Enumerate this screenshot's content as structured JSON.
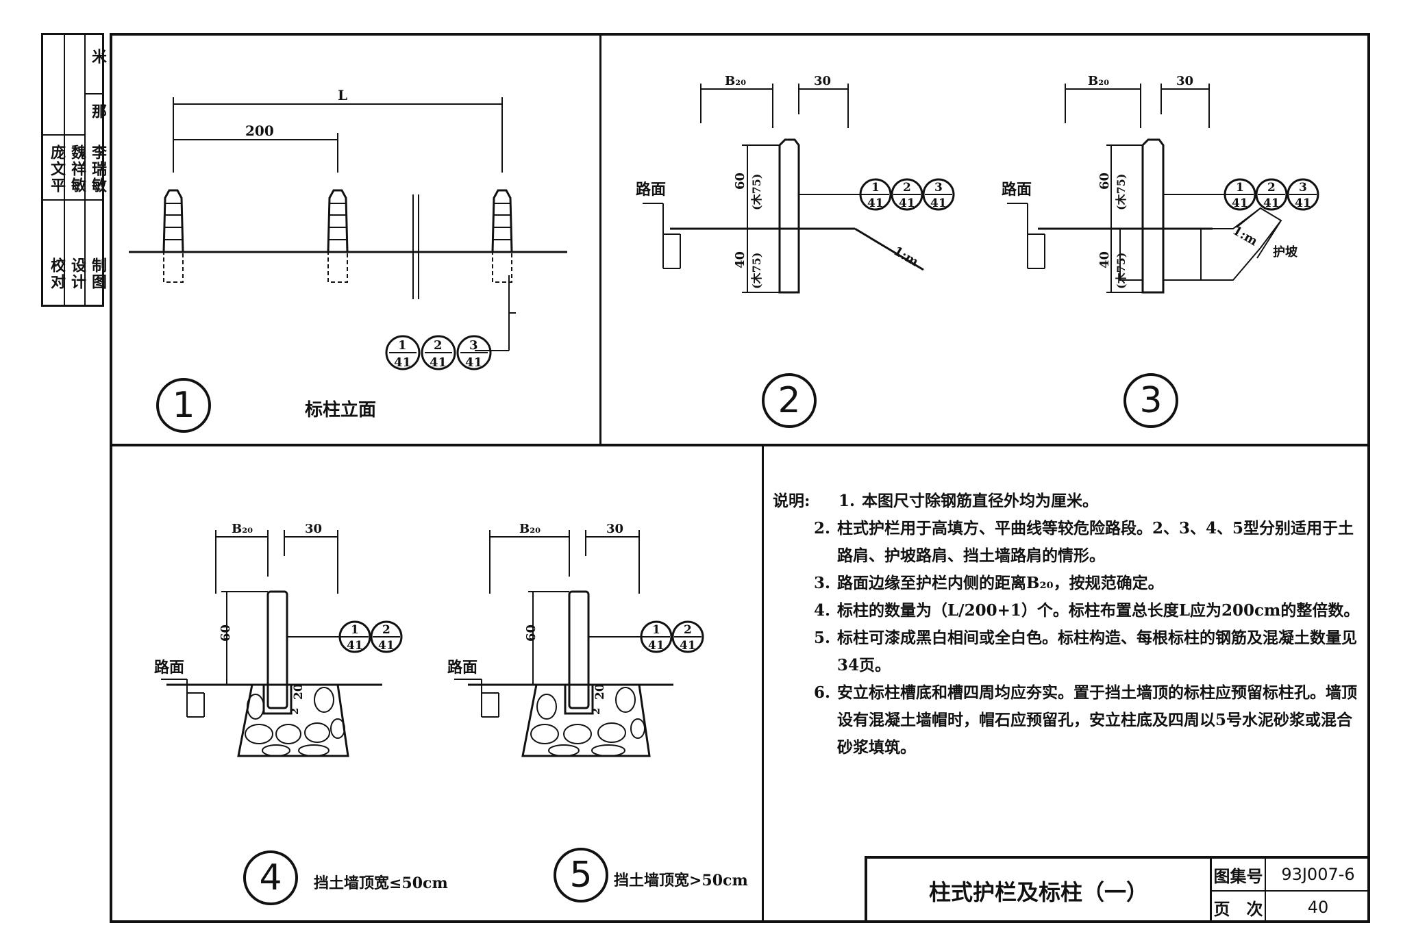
{
  "side_table": {
    "col1": [
      "校对",
      "设计",
      "制图"
    ],
    "col2": [
      "庞文平",
      "魏祥敏",
      "李瑞敏"
    ],
    "col3": [
      "那",
      "米"
    ]
  },
  "panel1": {
    "number": "1",
    "caption": "标柱立面",
    "dim_L": "L",
    "dim_200": "200",
    "refs": [
      {
        "top": "1",
        "bottom": "41"
      },
      {
        "top": "2",
        "bottom": "41"
      },
      {
        "top": "3",
        "bottom": "41"
      }
    ]
  },
  "panel2": {
    "number": "2",
    "dim_b": "B₂₀",
    "dim_30": "30",
    "road": "路面",
    "h60": "60",
    "h60_alt": "(木75)",
    "h40": "40",
    "h40_alt": "(木75)",
    "slope": "1:m",
    "refs": [
      {
        "top": "1",
        "bottom": "41"
      },
      {
        "top": "2",
        "bottom": "41"
      },
      {
        "top": "3",
        "bottom": "41"
      }
    ]
  },
  "panel3": {
    "number": "3",
    "dim_b": "B₂₀",
    "dim_30": "30",
    "road": "路面",
    "h60": "60",
    "h60_alt": "(木75)",
    "h40": "40",
    "h40_alt": "(木75)",
    "slope": "1:m",
    "slope_label": "护坡",
    "refs": [
      {
        "top": "1",
        "bottom": "41"
      },
      {
        "top": "2",
        "bottom": "41"
      },
      {
        "top": "3",
        "bottom": "41"
      }
    ]
  },
  "panel4": {
    "number": "4",
    "caption": "挡土墙顶宽≤50cm",
    "dim_b": "B₂₀",
    "dim_30": "30",
    "road": "路面",
    "h60": "60",
    "h20": "20",
    "h2": "2",
    "refs": [
      {
        "top": "1",
        "bottom": "41"
      },
      {
        "top": "2",
        "bottom": "41"
      }
    ]
  },
  "panel5": {
    "number": "5",
    "caption": "挡土墙顶宽>50cm",
    "dim_b": "B₂₀",
    "dim_30": "30",
    "road": "路面",
    "h60": "60",
    "h20": "20",
    "h2": "2",
    "refs": [
      {
        "top": "1",
        "bottom": "41"
      },
      {
        "top": "2",
        "bottom": "41"
      }
    ]
  },
  "notes": {
    "lead": "说明:",
    "items": [
      {
        "num": "1.",
        "text": "本图尺寸除钢筋直径外均为厘米。"
      },
      {
        "num": "2.",
        "text": "柱式护栏用于高填方、平曲线等较危险路段。2、3、4、5型分别适用于土路肩、护坡路肩、挡土墙路肩的情形。"
      },
      {
        "num": "3.",
        "text": "路面边缘至护栏内侧的距离B₂₀，按规范确定。"
      },
      {
        "num": "4.",
        "text": "标柱的数量为（L/200+1）个。标柱布置总长度L应为200cm的整倍数。"
      },
      {
        "num": "5.",
        "text": "标柱可漆成黑白相间或全白色。标柱构造、每根标柱的钢筋及混凝土数量见34页。"
      },
      {
        "num": "6.",
        "text": "安立标柱槽底和槽四周均应夯实。置于挡土墙顶的标柱应预留标柱孔。墙顶设有混凝土墙帽时，帽石应预留孔，安立柱底及四周以5号水泥砂浆或混合砂浆填筑。"
      }
    ]
  },
  "title_block": {
    "title": "柱式护栏及标柱（一）",
    "atlas_label": "图集号",
    "atlas_value": "93J007-6",
    "page_label": "页　次",
    "page_value": "40"
  }
}
